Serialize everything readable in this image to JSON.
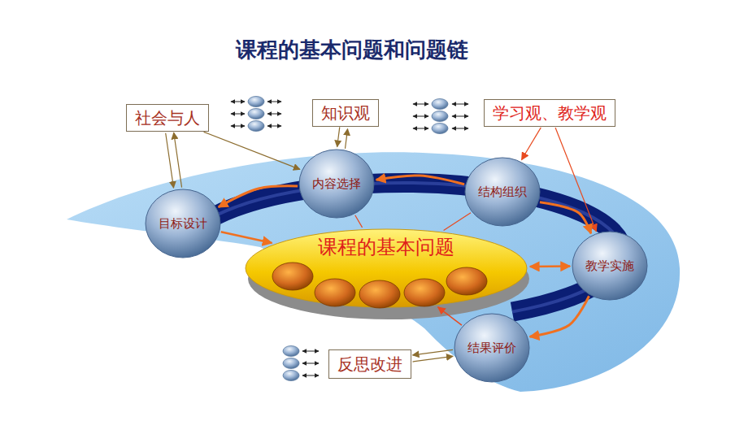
{
  "diagram": {
    "title": "课程的基本问题和问题链",
    "nodes": [
      {
        "text": [
          "社会与人"
        ]
      },
      {
        "text": [
          "知识观"
        ]
      },
      {
        "text": [
          "学习观、教学观"
        ]
      },
      {
        "text": [
          "内容选择"
        ]
      },
      {
        "text": [
          "结构组织"
        ]
      },
      {
        "text": [
          "目标设计"
        ]
      },
      {
        "text": [
          "课程的基本问题"
        ]
      },
      {
        "text": [
          "教学实施"
        ]
      },
      {
        "text": [
          "结果评价"
        ]
      },
      {
        "text": [
          "反思改进"
        ]
      }
    ],
    "edges": [
      {
        "from": 0,
        "to": 5,
        "arrow": "to"
      },
      {
        "from": 5,
        "to": 0,
        "arrow": "to"
      },
      {
        "from": 0,
        "to": 3,
        "arrow": "to"
      },
      {
        "from": 3,
        "to": 1,
        "arrow": "to"
      },
      {
        "from": 1,
        "to": 3,
        "arrow": "to"
      },
      {
        "from": 2,
        "to": 4,
        "arrow": "to"
      },
      {
        "from": 2,
        "to": 7,
        "arrow": "to"
      },
      {
        "from": 4,
        "to": 3,
        "arrow": "to"
      },
      {
        "from": 3,
        "to": 5,
        "arrow": "to"
      },
      {
        "from": 4,
        "to": 7,
        "arrow": "to"
      },
      {
        "from": 7,
        "to": 8,
        "arrow": "to"
      },
      {
        "from": 5,
        "to": 6,
        "arrow": "to"
      },
      {
        "from": 3,
        "to": 6,
        "arrow": "none"
      },
      {
        "from": 4,
        "to": 6,
        "arrow": "none"
      },
      {
        "from": 7,
        "to": 6,
        "arrow": "both"
      },
      {
        "from": 8,
        "to": 6,
        "arrow": "to"
      },
      {
        "from": 9,
        "to": 8,
        "arrow": "to"
      },
      {
        "from": 8,
        "to": 9,
        "arrow": "to"
      }
    ]
  }
}
